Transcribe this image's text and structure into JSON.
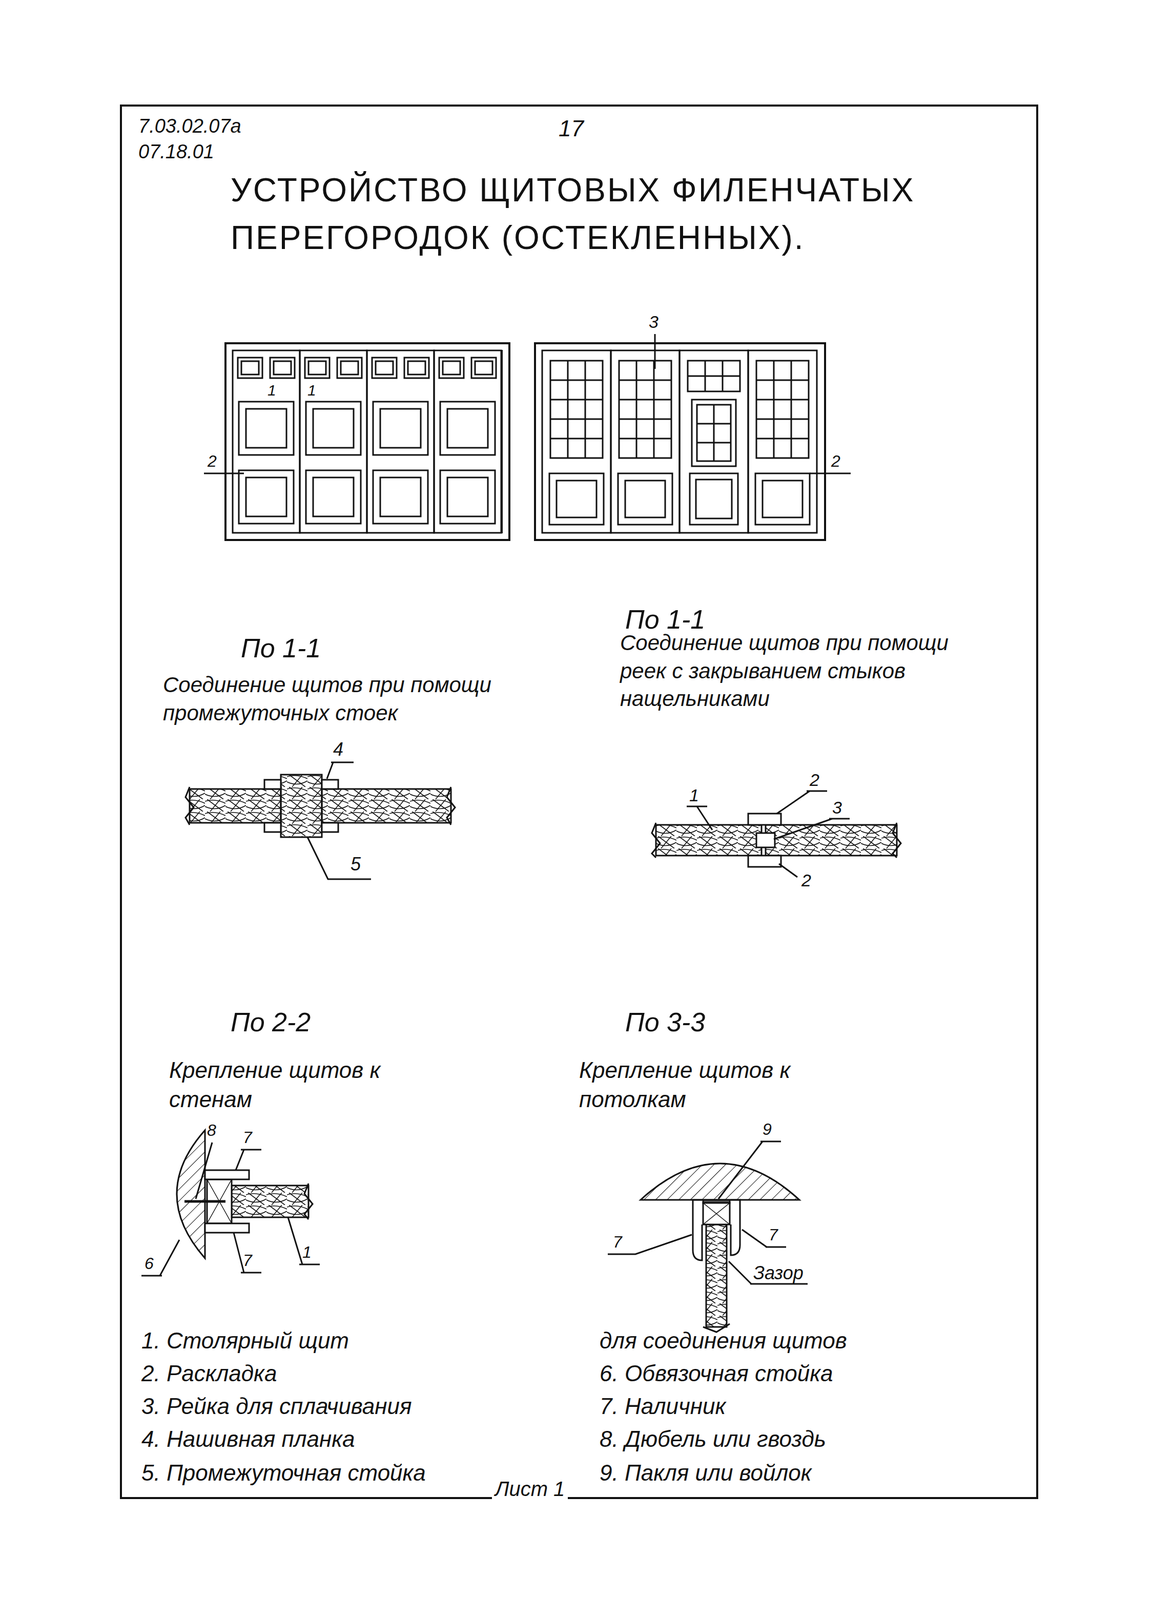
{
  "diagram": {
    "title": "УСТРОЙСТВО ЩИТОВЫХ ФИЛЕНЧАТЫХ ПЕРЕГОРОДОК (ОСТЕКЛЕННЫХ).",
    "labels": [
      "7.03.02.07а",
      "07.18.01",
      "17",
      "1",
      "1",
      "2",
      "3",
      "2",
      "По 1-1",
      "Соединение щитов при помощи промежуточных стоек",
      "4",
      "5",
      "По 1-1",
      "Соединение щитов при помощи реек с закрыванием стыков нащельниками",
      "1",
      "2",
      "3",
      "2",
      "По 2-2",
      "Крепление щитов к стенам",
      "8",
      "7",
      "6",
      "7",
      "1",
      "По 3-3",
      "Крепление щитов к потолкам",
      "9",
      "7",
      "7",
      "Зазор",
      "1. Столярный щит",
      "2. Раскладка",
      "3. Рейка для сплачивания",
      "4. Нашивная планка",
      "5. Промежуточная стойка",
      "для соединения щитов",
      "6. Обвязочная стойка",
      "7. Наличник",
      "8. Дюбель или гвоздь",
      "9. Пакля или войлок",
      "Лист 1"
    ]
  }
}
